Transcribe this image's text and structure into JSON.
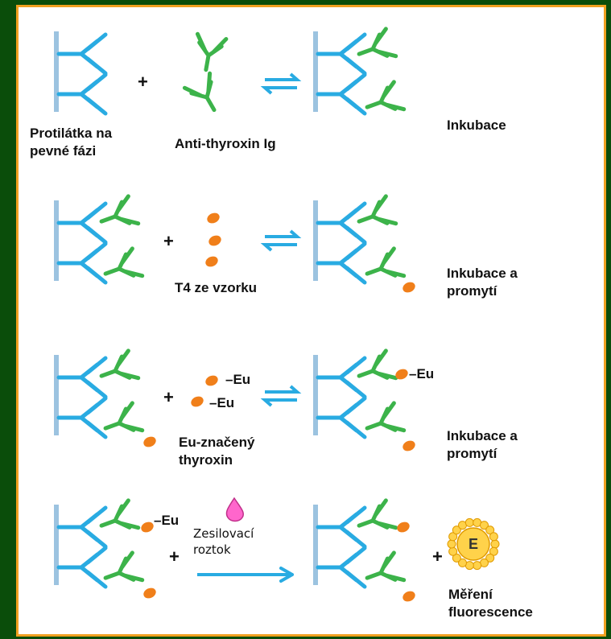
{
  "rows": [
    {
      "labels": {
        "solid_phase": "Protilátka na\npevné fázi",
        "antibody": "Anti-thyroxin Ig",
        "step": "Inkubace"
      }
    },
    {
      "labels": {
        "sample": "T4 ze vzorku",
        "step": "Inkubace a\npromytí"
      }
    },
    {
      "labels": {
        "eu_label_1": "–Eu",
        "eu_label_2": "–Eu",
        "eu_label_bound": "–Eu",
        "tracer": "Eu-značený\nthyroxin",
        "step": "Inkubace a\npromytí"
      }
    },
    {
      "labels": {
        "eu_label_left": "–Eu",
        "enhancement": "Zesilovací\nroztok",
        "step": "Měření\nfluorescence",
        "emission_letter": "E"
      }
    }
  ],
  "operators": {
    "plus": "+"
  },
  "colors": {
    "background": "#0a4d0a",
    "frame": "#f0a020",
    "capture_antibody": "#29abe2",
    "anti_thyroxin_antibody": "#3cb34a",
    "thyroxin": "#f07f1a",
    "drop": "#ff66cc",
    "fluorescence": "#ffd24a",
    "arrow": "#29abe2",
    "solid_plate": "#9cc3e0"
  }
}
